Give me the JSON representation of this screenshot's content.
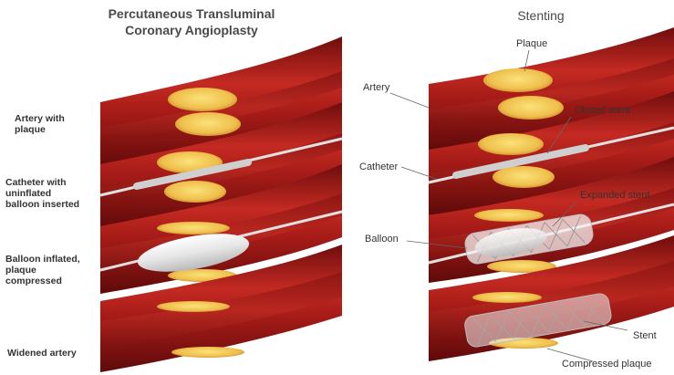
{
  "titles": {
    "left": "Percutaneous Transluminal\nCoronary Angioplasty",
    "right": "Stenting"
  },
  "left_labels": [
    "Artery with\nplaque",
    "Catheter with\nuninflated\nballoon inserted",
    "Balloon inflated,\nplaque\ncompressed",
    "Widened artery"
  ],
  "right_labels": {
    "plaque": "Plaque",
    "artery": "Artery",
    "closed_stent": "Closed stent",
    "catheter": "Catheter",
    "expanded_stent": "Expanded stent",
    "balloon": "Balloon",
    "stent": "Stent",
    "compressed_plaque": "Compressed plaque"
  },
  "colors": {
    "artery_dark": "#7a1010",
    "artery_mid": "#b0211d",
    "artery_light": "#d64a3c",
    "plaque": "#f2c95a",
    "plaque_dark": "#d99a2b",
    "catheter": "#d9d9d9",
    "label_text": "#333333"
  }
}
